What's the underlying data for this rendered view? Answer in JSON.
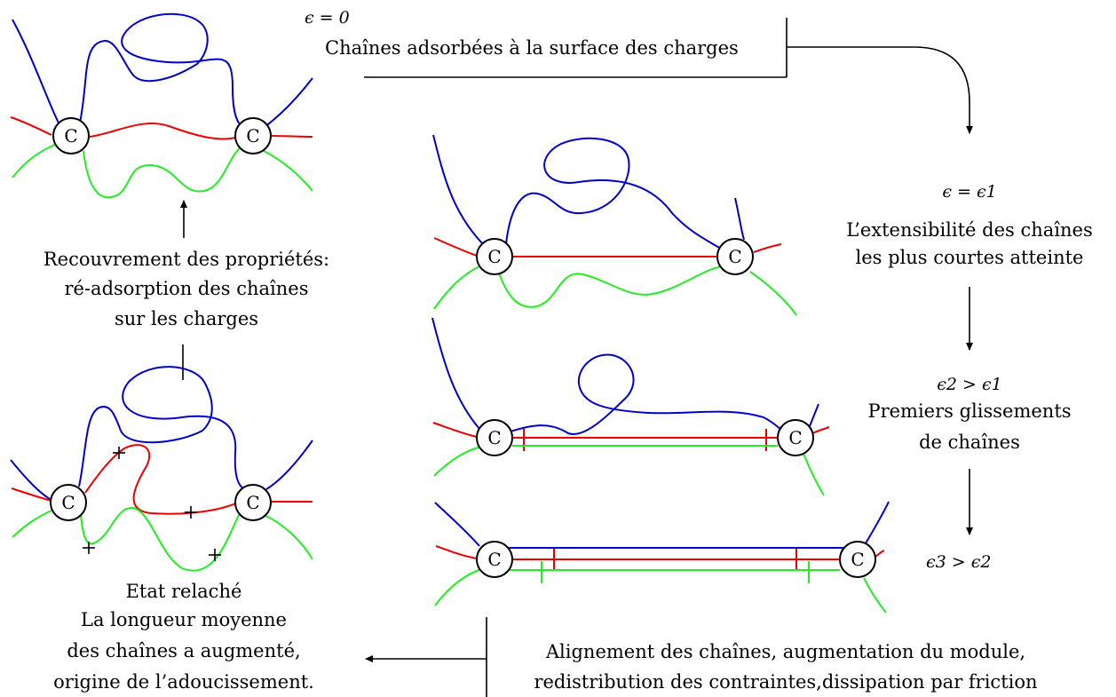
{
  "stages": {
    "initial": {
      "equation": "ϵ = 0",
      "caption": "Chaînes adsorbées à la surface des charges"
    },
    "stage1": {
      "equation": "ϵ = ϵ1",
      "caption_lines": [
        "L’extensibilité des chaînes",
        "les plus courtes atteinte"
      ]
    },
    "stage2": {
      "equation": "ϵ2 > ϵ1",
      "caption_lines": [
        "Premiers glissements",
        "de chaînes"
      ]
    },
    "stage3": {
      "equation": "ϵ3 > ϵ2",
      "caption_lines": [
        "Alignement des chaînes, augmentation du module,",
        "redistribution des contraintes,dissipation par friction"
      ]
    },
    "relaxed": {
      "caption_lines": [
        "Etat relaché",
        "La longueur moyenne",
        "des chaînes a augmenté,",
        "origine de l’adoucissement."
      ]
    },
    "recovery": {
      "caption_lines": [
        "Recouvrement des propriétés:",
        "ré-adsorption des chaînes",
        "sur les charges"
      ]
    }
  },
  "filler_label": "C",
  "colors": {
    "chain_blue": "#0000cc",
    "chain_red": "#ee0000",
    "chain_green": "#22ee22"
  }
}
